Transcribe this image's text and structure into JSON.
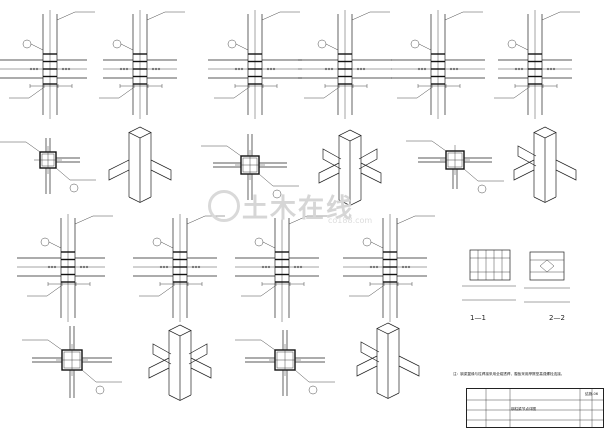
{
  "watermark": {
    "text": "土木在线",
    "subtext": "co188.com"
  },
  "section_labels": {
    "s11": "1—1",
    "s22": "2—2"
  },
  "note": "注：钢梁翼缘与柱焊接采用全熔透焊，腹板采用摩擦型高强螺栓连接。",
  "title_block": {
    "drawing_no": "结施-06",
    "title": "钢柱梁节点详图"
  }
}
